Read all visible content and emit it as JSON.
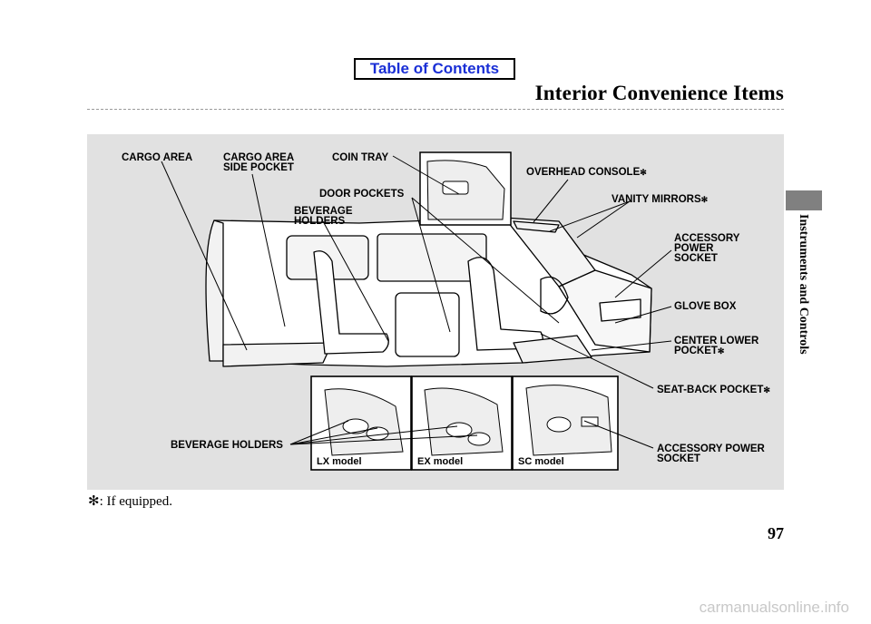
{
  "header": {
    "toc_button": "Table of Contents",
    "page_title": "Interior Convenience Items",
    "section_tab": "Instruments and Controls"
  },
  "figure": {
    "labels": {
      "cargo_area": "CARGO AREA",
      "cargo_side_pocket_1": "CARGO AREA",
      "cargo_side_pocket_2": "SIDE POCKET",
      "coin_tray": "COIN TRAY",
      "overhead_console": "OVERHEAD CONSOLE",
      "door_pockets": "DOOR POCKETS",
      "vanity_mirrors": "VANITY MIRRORS",
      "beverage_holders_top_1": "BEVERAGE",
      "beverage_holders_top_2": "HOLDERS",
      "accessory_socket_1": "ACCESSORY",
      "accessory_socket_2": "POWER",
      "accessory_socket_3": "SOCKET",
      "glove_box": "GLOVE BOX",
      "center_lower_pocket_1": "CENTER LOWER",
      "center_lower_pocket_2": "POCKET",
      "seat_back_pocket": "SEAT-BACK POCKET",
      "beverage_holders_bottom": "BEVERAGE HOLDERS",
      "accessory_socket_bottom_1": "ACCESSORY POWER",
      "accessory_socket_bottom_2": "SOCKET",
      "asterisk": "✻"
    },
    "models": {
      "lx": "LX model",
      "ex": "EX model",
      "sc": "SC model"
    }
  },
  "footnote": "✻: If equipped.",
  "page_number": "97",
  "watermark": "carmanualsonline.info"
}
